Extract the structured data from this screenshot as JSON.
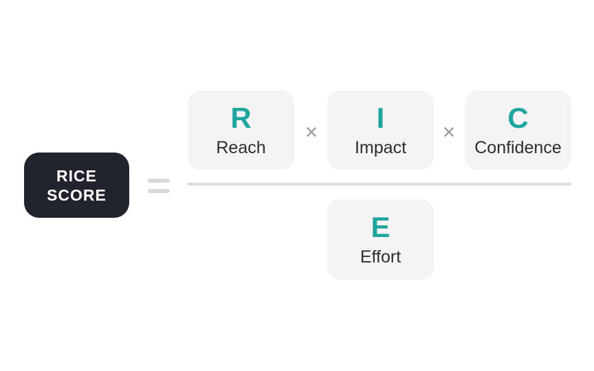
{
  "colors": {
    "teal": "#1FA59E",
    "dark_box": "#21242C",
    "light_box": "#F4F4F5",
    "line": "#DCDCDC",
    "operator": "#9C9C9C",
    "equals": "#D9D9D9",
    "label_text": "#2B2D33",
    "background": "#FFFFFF"
  },
  "formula": {
    "result": {
      "line1": "RICE",
      "line2": "SCORE"
    },
    "equals_sign": "=",
    "multiply_sign": "×",
    "numerator": [
      {
        "letter": "R",
        "label": "Reach"
      },
      {
        "letter": "I",
        "label": "Impact"
      },
      {
        "letter": "C",
        "label": "Confidence"
      }
    ],
    "denominator": [
      {
        "letter": "E",
        "label": "Effort"
      }
    ]
  }
}
